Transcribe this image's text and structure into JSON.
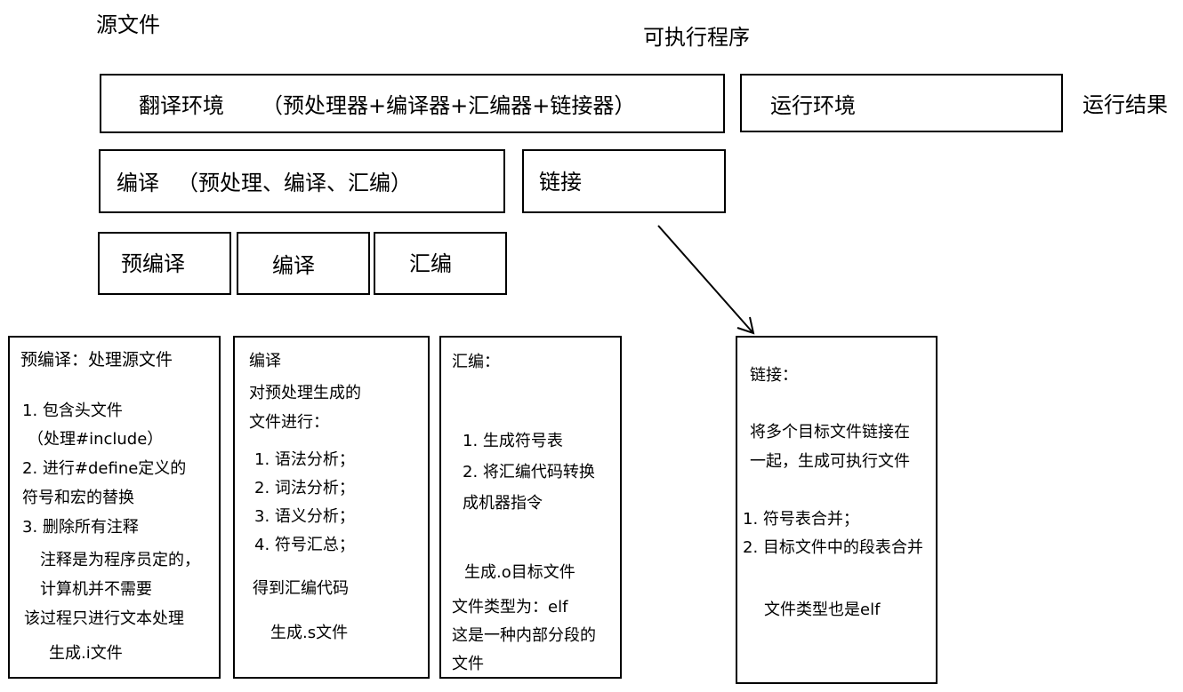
{
  "header": {
    "source_file": "源文件",
    "executable": "可执行程序",
    "run_result": "运行结果"
  },
  "row1": {
    "translate_env": "翻译环境",
    "translate_env_detail": "（预处理器+编译器+汇编器+链接器）",
    "runtime_env": "运行环境"
  },
  "row2": {
    "compile": "编译",
    "compile_detail": "（预处理、编译、汇编）",
    "link": "链接"
  },
  "row3": {
    "precompile": "预编译",
    "compile": "编译",
    "assemble": "汇编"
  },
  "detail_precompile": {
    "title": "预编译：处理源文件",
    "lines": [
      "1. 包含头文件",
      "（处理#include）",
      "2. 进行#define定义的",
      "符号和宏的替换",
      "3. 删除所有注释",
      "注释是为程序员定的，",
      "计算机并不需要",
      "该过程只进行文本处理",
      "生成.i文件"
    ]
  },
  "detail_compile": {
    "title": "编译",
    "lines": [
      "对预处理生成的",
      "文件进行：",
      "1. 语法分析；",
      "2. 词法分析；",
      "3. 语义分析；",
      "4. 符号汇总；",
      "得到汇编代码",
      "生成.s文件"
    ]
  },
  "detail_assemble": {
    "title": "汇编：",
    "lines": [
      "1. 生成符号表",
      "2. 将汇编代码转换",
      "成机器指令",
      "生成.o目标文件",
      "文件类型为：elf",
      "这是一种内部分段的",
      "文件"
    ]
  },
  "detail_link": {
    "title": "链接：",
    "lines": [
      "将多个目标文件链接在",
      "一起，生成可执行文件",
      "1. 符号表合并；",
      "2. 目标文件中的段表合并",
      "文件类型也是elf"
    ]
  },
  "arrow": {
    "icon": "arrow-down-right-icon",
    "color": "#000000"
  }
}
